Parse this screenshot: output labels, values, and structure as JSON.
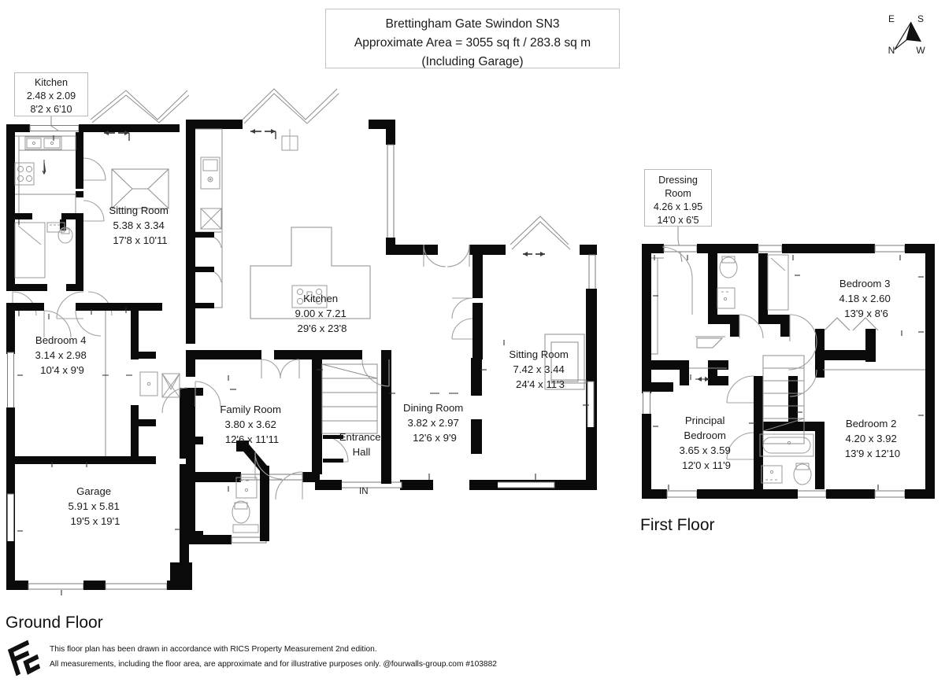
{
  "document": {
    "type": "floor-plan",
    "title_lines": [
      "Brettingham Gate Swindon SN3",
      "Approximate Area = 3055 sq ft / 283.8 sq m",
      "(Including Garage)"
    ],
    "title_line_1": "Brettingham Gate Swindon SN3",
    "title_line_2": "Approximate Area = 3055 sq ft / 283.8 sq m",
    "title_line_3": "(Including Garage)"
  },
  "compass": {
    "name": "compass-rose",
    "labels": {
      "top_left": "E",
      "top_right": "S",
      "bottom_left": "N",
      "bottom_right": "W"
    }
  },
  "floors": [
    {
      "id": "ground",
      "label": "Ground Floor"
    },
    {
      "id": "first",
      "label": "First Floor"
    }
  ],
  "floor_labels": {
    "ground": "Ground Floor",
    "first": "First Floor"
  },
  "callouts": [
    {
      "id": "kitchen-annexe",
      "name": "Kitchen",
      "metric": "2.48 x 2.09",
      "imperial": "8'2 x 6'10",
      "line1": "Kitchen",
      "line2": "2.48 x 2.09",
      "line3": "8'2 x 6'10"
    },
    {
      "id": "dressing-room",
      "name": "Dressing Room",
      "metric": "4.26 x 1.95",
      "imperial": "14'0 x 6'5",
      "line1": "Dressing",
      "line2": "Room",
      "line3": "4.26 x 1.95",
      "line4": "14'0 x 6'5"
    }
  ],
  "rooms": {
    "ground": [
      {
        "id": "sitting-room-annexe",
        "name": "Sitting Room",
        "metric": "5.38 x 3.34",
        "imperial": "17'8 x 10'11"
      },
      {
        "id": "bedroom-4",
        "name": "Bedroom 4",
        "metric": "3.14 x 2.98",
        "imperial": "10'4 x 9'9"
      },
      {
        "id": "garage",
        "name": "Garage",
        "metric": "5.91 x 5.81",
        "imperial": "19'5 x 19'1"
      },
      {
        "id": "kitchen",
        "name": "Kitchen",
        "metric": "9.00 x 7.21",
        "imperial": "29'6 x 23'8"
      },
      {
        "id": "family-room",
        "name": "Family Room",
        "metric": "3.80 x 3.62",
        "imperial": "12'6 x 11'11"
      },
      {
        "id": "entrance-hall",
        "name": "Entrance Hall",
        "metric": "",
        "imperial": "",
        "line1": "Entrance",
        "line2": "Hall"
      },
      {
        "id": "dining-room",
        "name": "Dining Room",
        "metric": "3.82 x 2.97",
        "imperial": "12'6 x 9'9"
      },
      {
        "id": "sitting-room",
        "name": "Sitting Room",
        "metric": "7.42 x 3.44",
        "imperial": "24'4 x 11'3"
      }
    ],
    "first": [
      {
        "id": "bedroom-3",
        "name": "Bedroom 3",
        "metric": "4.18 x 2.60",
        "imperial": "13'9 x 8'6"
      },
      {
        "id": "bedroom-2",
        "name": "Bedroom 2",
        "metric": "4.20 x 3.92",
        "imperial": "13'9 x 12'10"
      },
      {
        "id": "principal-bedroom",
        "name": "Principal Bedroom",
        "metric": "3.65 x 3.59",
        "imperial": "12'0 x 11'9",
        "line1": "Principal",
        "line2": "Bedroom"
      }
    ]
  },
  "markers": {
    "entrance": "IN"
  },
  "footer": {
    "line1": "This floor plan has been drawn in accordance with RICS Property Measurement 2nd edition.",
    "line2": "All measurements, including the floor area, are approximate and for illustrative purposes only. @fourwalls-group.com #103882",
    "logo_name": "fourwalls-logo"
  },
  "colors": {
    "wall": "#0a0a0a",
    "background": "#ffffff",
    "text": "#1a1a1a",
    "thin_line": "#8d8d8d"
  }
}
